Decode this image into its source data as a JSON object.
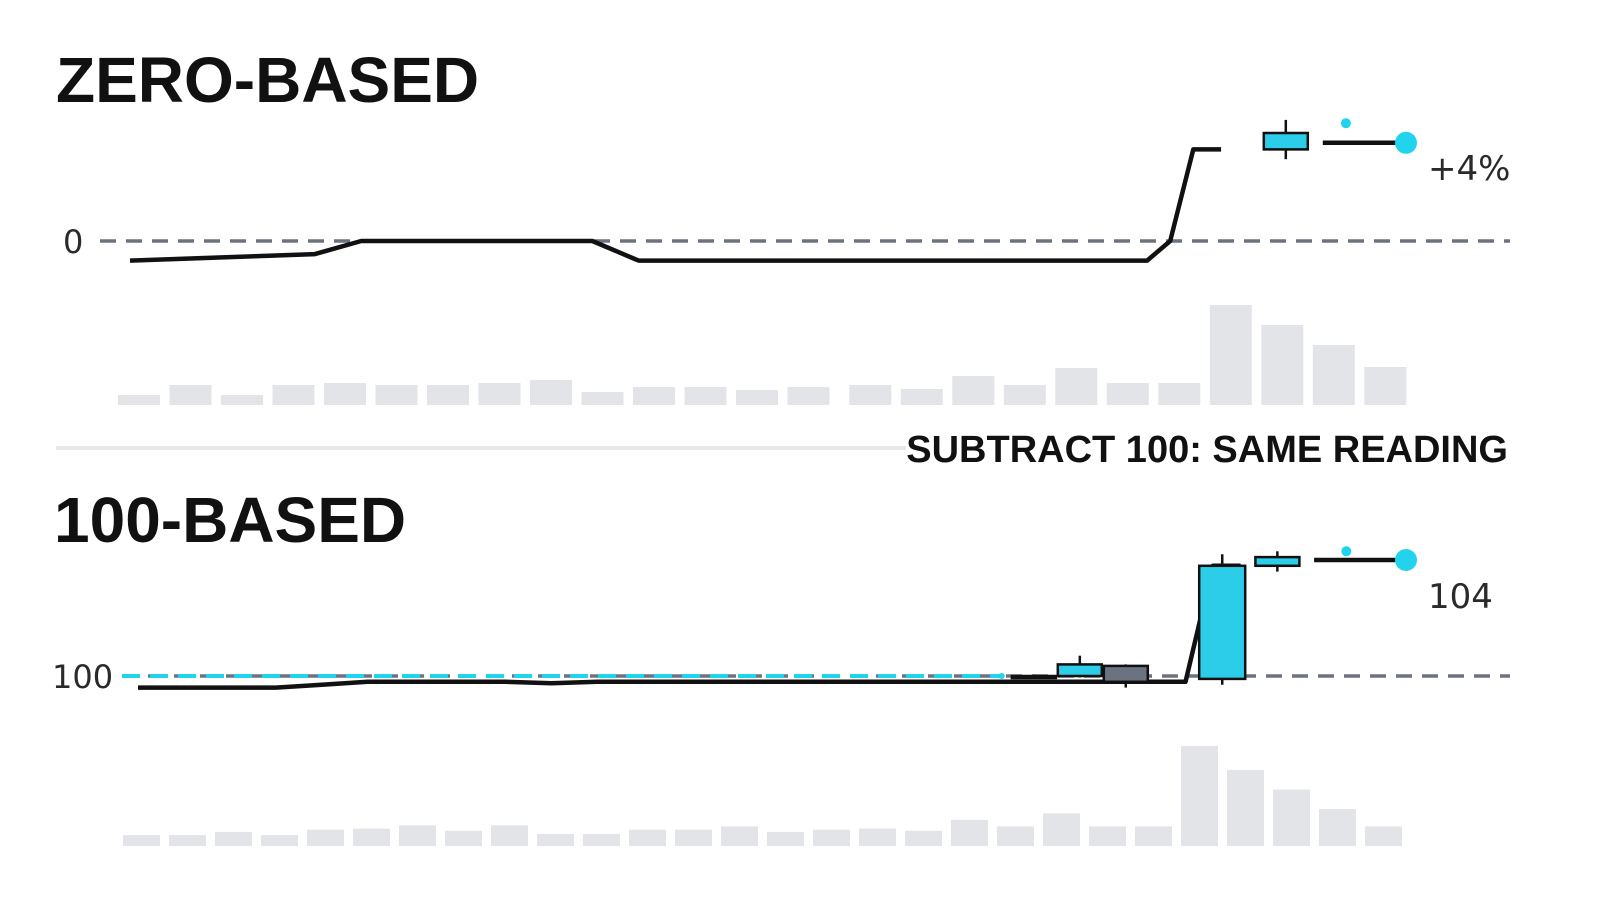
{
  "colors": {
    "line": "#111111",
    "accent": "#22d3ee",
    "candle_up": "#2ccde8",
    "candle_down": "#6b7280",
    "baseline_gray": "#6b7280",
    "volume": "#e2e4e7",
    "divider": "#e5e7eb"
  },
  "divider_note": "SUBTRACT 100: SAME READING",
  "chart_data": [
    {
      "type": "line",
      "title": "ZERO-BASED",
      "reference_label": "0",
      "reference_value": 0,
      "end_label": "+4%",
      "ylim": [
        -3,
        8
      ],
      "line": [
        [
          0,
          -0.6
        ],
        [
          1,
          -0.55
        ],
        [
          2,
          -0.5
        ],
        [
          3,
          -0.45
        ],
        [
          4,
          -0.4
        ],
        [
          5,
          0
        ],
        [
          6,
          0
        ],
        [
          7,
          0
        ],
        [
          8,
          0
        ],
        [
          9,
          0
        ],
        [
          10,
          0
        ],
        [
          11,
          -0.6
        ],
        [
          12,
          -0.6
        ],
        [
          13,
          -0.6
        ],
        [
          14,
          -0.6
        ],
        [
          15,
          -0.6
        ],
        [
          16,
          -0.6
        ],
        [
          17,
          -0.6
        ],
        [
          18,
          -0.6
        ],
        [
          19,
          -0.6
        ],
        [
          20,
          -0.6
        ],
        [
          21,
          -0.6
        ],
        [
          22,
          -0.6
        ],
        [
          22.5,
          0
        ],
        [
          23,
          2.8
        ],
        [
          23.6,
          2.8
        ]
      ],
      "line_tail": [
        [
          25.8,
          3.0
        ],
        [
          27.6,
          3.0
        ]
      ],
      "candles": [
        {
          "x": 25,
          "open": 2.8,
          "close": 3.3,
          "high": 3.7,
          "low": 2.5,
          "dir": "up"
        }
      ],
      "markers": [
        {
          "x": 26.3,
          "y": 3.6,
          "size": "small"
        },
        {
          "x": 27.6,
          "y": 3.0,
          "size": "large"
        }
      ],
      "volume_x": [
        0,
        1,
        2,
        3,
        4,
        5,
        6,
        7,
        8,
        9,
        10,
        11,
        12,
        13,
        14.2,
        15.2,
        16.2,
        17.2,
        18.2,
        19.2,
        20.2,
        21.2,
        22.2,
        23.2,
        24.2,
        25.2
      ],
      "volume": [
        1,
        2,
        1,
        2,
        2.2,
        2,
        2,
        2.2,
        2.5,
        1.3,
        1.8,
        1.8,
        1.5,
        1.8,
        2,
        1.6,
        2.9,
        2,
        3.7,
        2.2,
        2.2,
        10,
        8,
        6,
        3.8
      ]
    },
    {
      "type": "line",
      "title": "100-BASED",
      "reference_label": "100",
      "reference_value": 100,
      "end_label": "104",
      "ylim": [
        98,
        106
      ],
      "line": [
        [
          0,
          99.6
        ],
        [
          1,
          99.6
        ],
        [
          2,
          99.6
        ],
        [
          3,
          99.6
        ],
        [
          4,
          99.7
        ],
        [
          5,
          99.8
        ],
        [
          6,
          99.8
        ],
        [
          7,
          99.8
        ],
        [
          8,
          99.8
        ],
        [
          9,
          99.75
        ],
        [
          10,
          99.8
        ],
        [
          11,
          99.8
        ],
        [
          12,
          99.8
        ],
        [
          13,
          99.8
        ],
        [
          14,
          99.8
        ],
        [
          15,
          99.8
        ],
        [
          16,
          99.8
        ],
        [
          17,
          99.8
        ],
        [
          18,
          99.8
        ],
        [
          19,
          99.8
        ],
        [
          20,
          99.8
        ],
        [
          21,
          99.8
        ],
        [
          22,
          99.8
        ],
        [
          22.8,
          99.8
        ],
        [
          23.4,
          103.8
        ],
        [
          24.0,
          103.8
        ]
      ],
      "line_tail": [
        [
          25.6,
          104.0
        ],
        [
          27.6,
          104.0
        ]
      ],
      "candles": [
        {
          "x": 19.5,
          "open": 100.0,
          "close": 100.0,
          "high": 100.05,
          "low": 99.95,
          "dir": "up"
        },
        {
          "x": 20.5,
          "open": 100.0,
          "close": 100.4,
          "high": 100.7,
          "low": 99.95,
          "dir": "up"
        },
        {
          "x": 21.5,
          "open": 100.35,
          "close": 99.8,
          "high": 100.4,
          "low": 99.6,
          "dir": "down"
        },
        {
          "x": 23.6,
          "open": 99.9,
          "close": 103.8,
          "high": 104.2,
          "low": 99.7,
          "dir": "up"
        },
        {
          "x": 24.8,
          "open": 103.8,
          "close": 104.1,
          "high": 104.3,
          "low": 103.6,
          "dir": "up"
        }
      ],
      "markers": [
        {
          "x": 18.8,
          "y": 100.0,
          "size": "tiny"
        },
        {
          "x": 26.3,
          "y": 104.3,
          "size": "small"
        },
        {
          "x": 27.6,
          "y": 104.0,
          "size": "large"
        }
      ],
      "accent_baseline_end_x": 18.8,
      "volume_x": [
        0,
        1,
        2,
        3,
        4,
        5,
        6,
        7,
        8,
        9,
        10,
        11,
        12,
        13,
        14,
        15,
        16,
        17,
        18,
        19,
        20,
        21,
        22,
        23,
        24,
        25,
        26,
        27
      ],
      "volume": [
        1,
        1,
        1.3,
        1,
        1.5,
        1.6,
        1.9,
        1.4,
        1.9,
        1.1,
        1.1,
        1.5,
        1.5,
        1.8,
        1.3,
        1.5,
        1.6,
        1.4,
        2.4,
        1.8,
        3,
        1.8,
        1.8,
        9.2,
        7,
        5.2,
        3.4,
        1.8
      ]
    }
  ]
}
